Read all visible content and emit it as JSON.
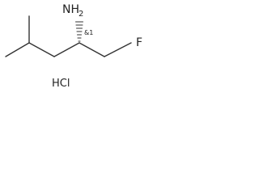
{
  "molecule": {
    "amine_label": "NH",
    "amine_subscript": "2",
    "fluorine_label": "F",
    "stereo_label": "&1",
    "salt_label": "HCl"
  }
}
